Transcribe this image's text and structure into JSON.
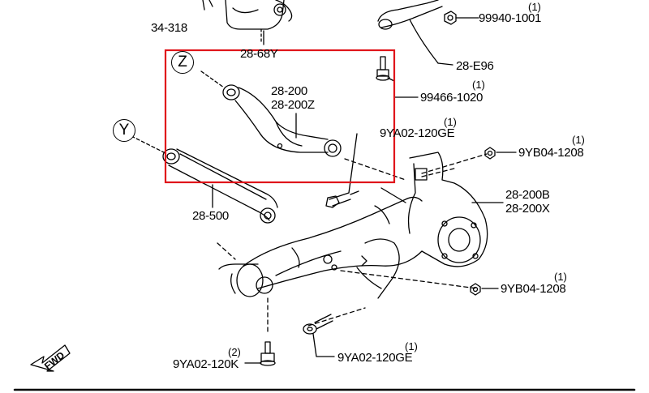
{
  "callouts": {
    "z": "Z",
    "y": "Y"
  },
  "labels": {
    "p34318": "34-318",
    "p2868y": "28-68Y",
    "p28e96": "28-E96",
    "p99940": "99940-1001",
    "p99940_qty": "(1)",
    "p99466": "99466-1020",
    "p99466_qty": "(1)",
    "p28200": "28-200",
    "p28200z": "28-200Z",
    "p9ya02_top": "9YA02-120GE",
    "p9ya02_top_qty": "(1)",
    "p9yb04_top": "9YB04-1208",
    "p9yb04_top_qty": "(1)",
    "p28500": "28-500",
    "p28200b": "28-200B",
    "p28200x": "28-200X",
    "p9yb04_bot": "9YB04-1208",
    "p9yb04_bot_qty": "(1)",
    "p9ya02_bot": "9YA02-120GE",
    "p9ya02_bot_qty": "(1)",
    "p9ya02k": "9YA02-120K",
    "p9ya02k_qty": "(2)",
    "fwd": "FWD"
  },
  "colors": {
    "highlight_box": "#e0151b",
    "line": "#000000"
  }
}
